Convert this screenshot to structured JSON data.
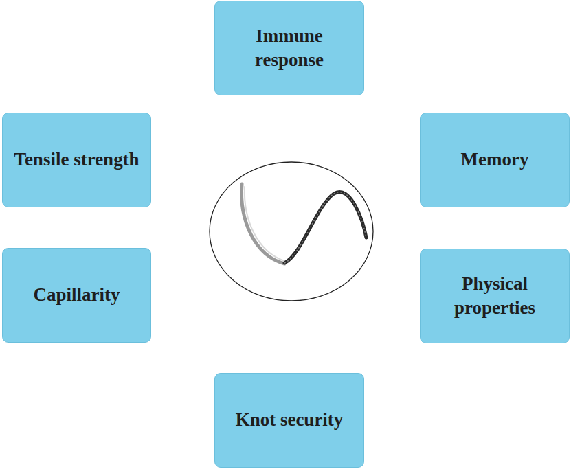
{
  "diagram": {
    "nodes": [
      {
        "text": [
          "Immune response"
        ]
      },
      {
        "text": [
          "Tensile strength"
        ]
      },
      {
        "text": [
          "Memory"
        ]
      },
      {
        "text": [
          "Capillarity"
        ]
      },
      {
        "text": [
          "Physical properties"
        ]
      },
      {
        "text": [
          "Knot security"
        ]
      }
    ]
  }
}
